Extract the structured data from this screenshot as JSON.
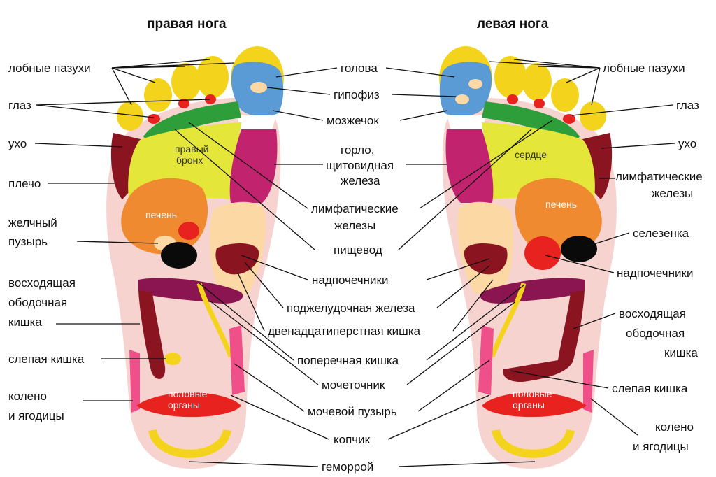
{
  "titles": {
    "right_foot": "правая нога",
    "left_foot": "левая нога"
  },
  "left_labels": {
    "frontal_sinuses": "лобные пазухи",
    "eye": "глаз",
    "ear": "ухо",
    "shoulder": "плечо",
    "gallbladder_1": "желчный",
    "gallbladder_2": "пузырь",
    "ascending_colon_1": "восходящая",
    "ascending_colon_2": "ободочная",
    "ascending_colon_3": "кишка",
    "cecum": "слепая кишка",
    "knee_1": "колено",
    "knee_2": "и ягодицы"
  },
  "center_labels": {
    "head": "голова",
    "pituitary": "гипофиз",
    "cerebellum": "мозжечок",
    "throat_1": "горло,",
    "throat_2": "щитовидная",
    "throat_3": "железа",
    "lymph_1": "лимфатические",
    "lymph_2": "железы",
    "esophagus": "пищевод",
    "adrenals": "надпочечники",
    "pancreas": "поджелудочная железа",
    "duodenum": "двенадцатиперстная кишка",
    "transverse_colon": "поперечная кишка",
    "ureter": "мочеточник",
    "bladder": "мочевой пузырь",
    "coccyx": "копчик",
    "hemorrhoids": "геморрой"
  },
  "right_labels": {
    "frontal_sinuses": "лобные пазухи",
    "eye": "глаз",
    "ear": "ухо",
    "lymph_1": "лимфатические",
    "lymph_2": "железы",
    "spleen": "селезенка",
    "adrenals": "надпочечники",
    "ascending_colon_1": "восходящая",
    "ascending_colon_2": "ободочная",
    "ascending_colon_3": "кишка",
    "cecum": "слепая кишка",
    "knee_1": "колено",
    "knee_2": "и ягодицы"
  },
  "zone_labels": {
    "right_bronchus_1": "правый",
    "right_bronchus_2": "бронх",
    "liver_right": "печень",
    "liver_left": "печень",
    "heart": "сердце",
    "genitals_right_1": "половые",
    "genitals_right_2": "органы",
    "genitals_left_1": "половые",
    "genitals_left_2": "органы"
  },
  "colors": {
    "sole": "#f7d3cf",
    "yellow": "#f4d31d",
    "lime": "#e4e63a",
    "blue": "#5b9bd5",
    "green": "#2d9e3a",
    "magenta": "#c2236f",
    "maroon": "#8a1420",
    "orange": "#f08a30",
    "red": "#e8231f",
    "peach": "#fcd9a4",
    "purple": "#8b1550",
    "pink": "#f0508a",
    "black": "#0a0a0a"
  }
}
